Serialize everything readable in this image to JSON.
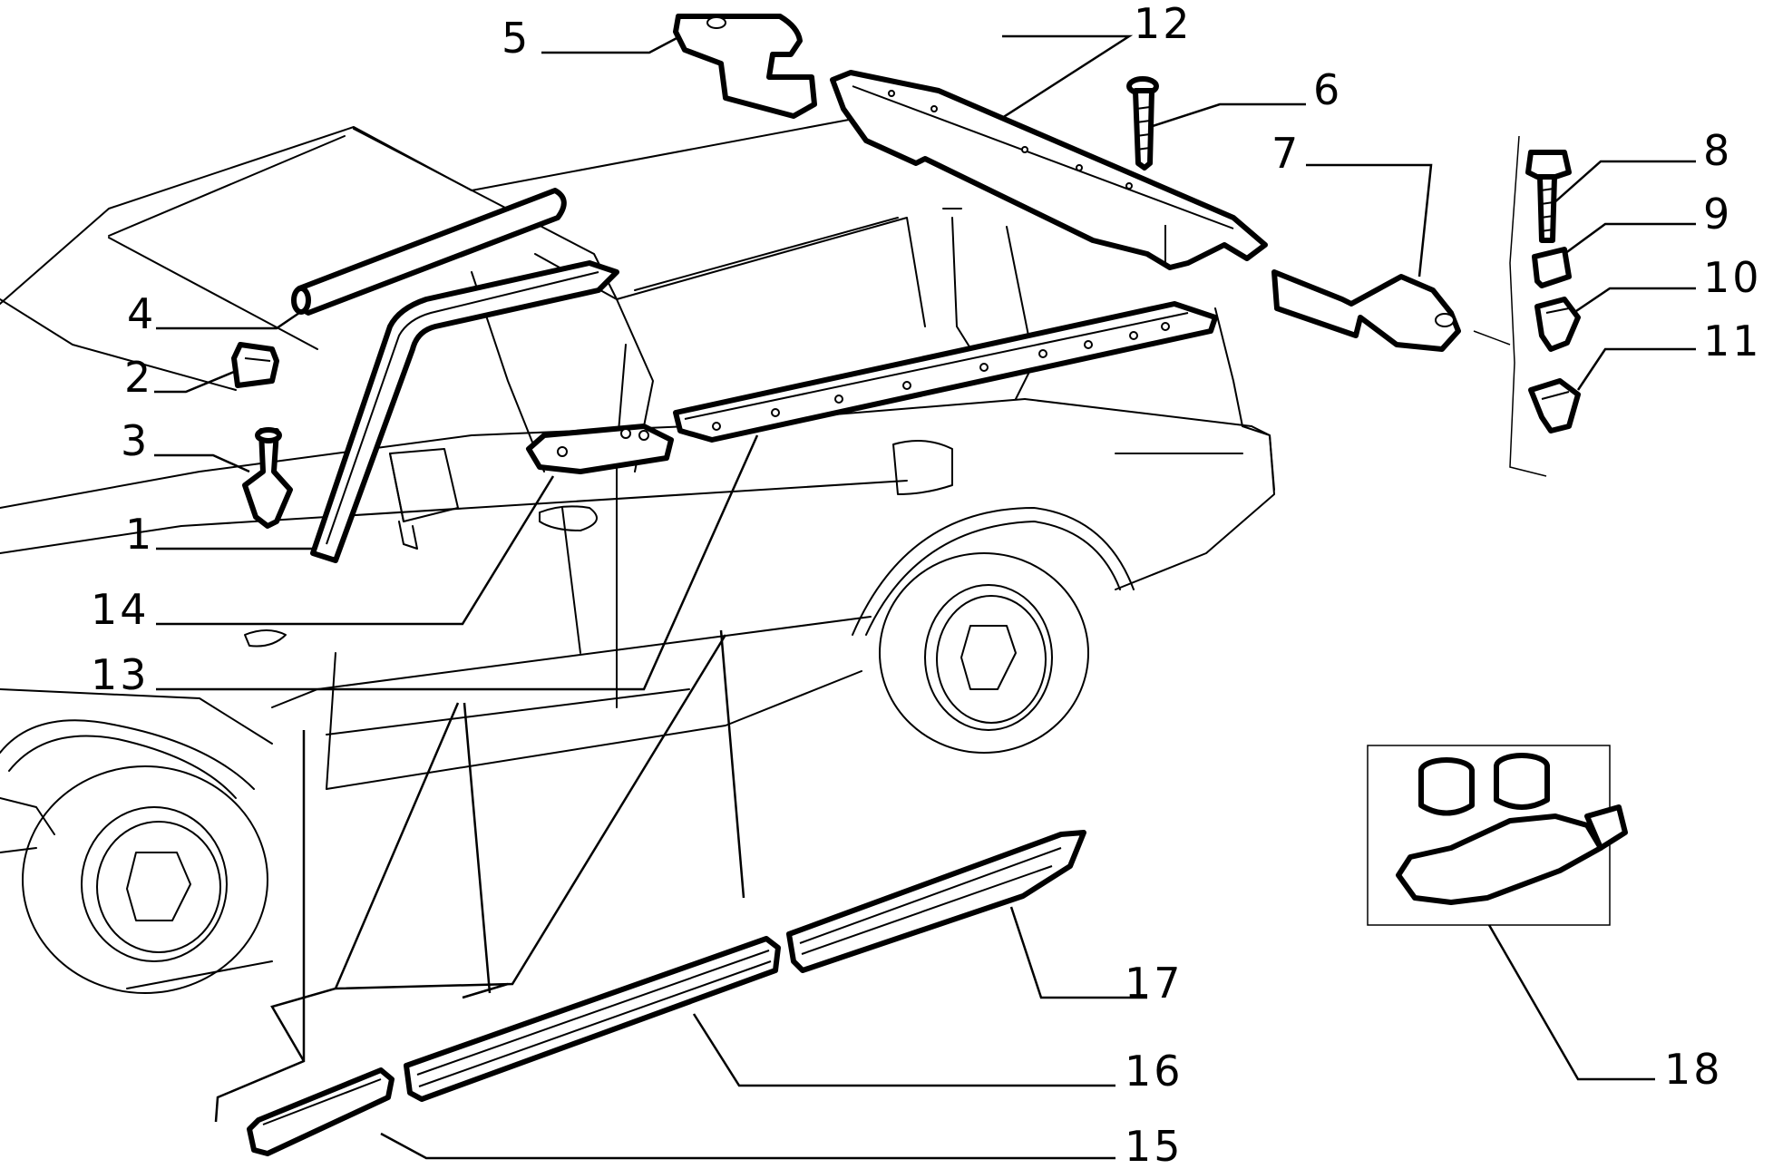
{
  "diagram": {
    "callouts": [
      {
        "id": "c1",
        "label": "1",
        "part": "pillar-trim-seal"
      },
      {
        "id": "c2",
        "label": "2",
        "part": "clip"
      },
      {
        "id": "c3",
        "label": "3",
        "part": "push-rivet"
      },
      {
        "id": "c4",
        "label": "4",
        "part": "roof-edge-seal"
      },
      {
        "id": "c5",
        "label": "5",
        "part": "bracket-front"
      },
      {
        "id": "c6",
        "label": "6",
        "part": "screw"
      },
      {
        "id": "c7",
        "label": "7",
        "part": "bracket-rear"
      },
      {
        "id": "c8",
        "label": "8",
        "part": "hex-bolt"
      },
      {
        "id": "c9",
        "label": "9",
        "part": "washer-nut"
      },
      {
        "id": "c10",
        "label": "10",
        "part": "clip-nut"
      },
      {
        "id": "c11",
        "label": "11",
        "part": "clip-nut-small"
      },
      {
        "id": "c12",
        "label": "12",
        "part": "bed-rail-cap"
      },
      {
        "id": "c13",
        "label": "13",
        "part": "side-rail-cap"
      },
      {
        "id": "c14",
        "label": "14",
        "part": "end-plate"
      },
      {
        "id": "c15",
        "label": "15",
        "part": "side-molding-front"
      },
      {
        "id": "c16",
        "label": "16",
        "part": "side-molding-center"
      },
      {
        "id": "c17",
        "label": "17",
        "part": "side-molding-rear"
      },
      {
        "id": "c18",
        "label": "18",
        "part": "adhesive-kit"
      }
    ]
  }
}
